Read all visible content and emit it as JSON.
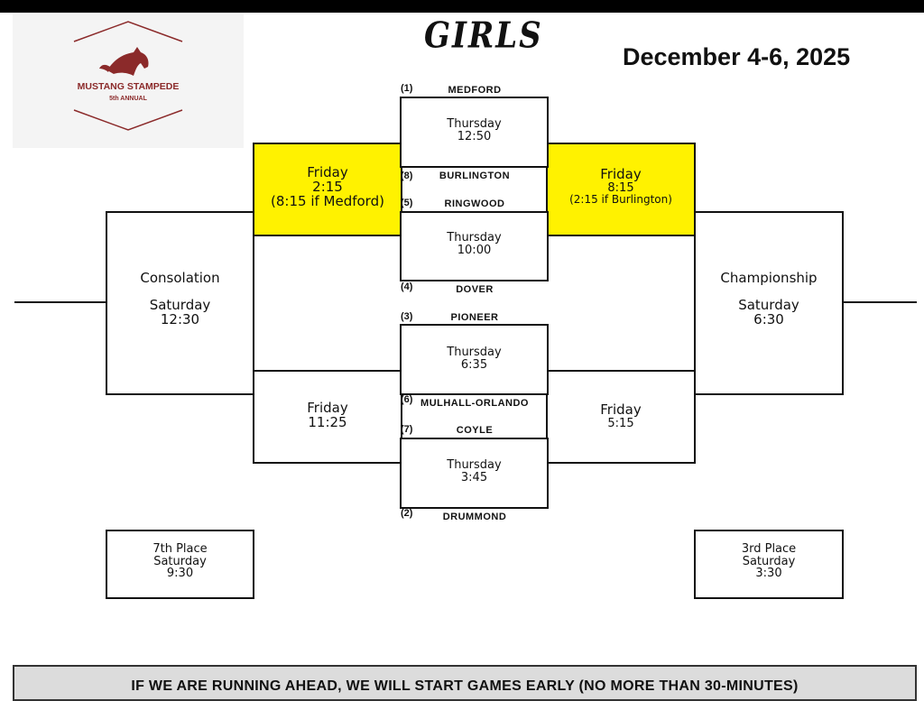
{
  "logo": {
    "title": "MUSTANG STAMPEDE",
    "subtitle": "5th ANNUAL",
    "accent_color": "#8b2a2a",
    "icon": "horse-head-icon"
  },
  "header": {
    "title": "GIRLS",
    "dates": "December 4-6, 2025"
  },
  "teams": [
    {
      "seed": "(1)",
      "name": "MEDFORD"
    },
    {
      "seed": "(8)",
      "name": "BURLINGTON"
    },
    {
      "seed": "(5)",
      "name": "RINGWOOD"
    },
    {
      "seed": "(4)",
      "name": "DOVER"
    },
    {
      "seed": "(3)",
      "name": "PIONEER"
    },
    {
      "seed": "(6)",
      "name": "MULHALL-ORLANDO"
    },
    {
      "seed": "(7)",
      "name": "COYLE"
    },
    {
      "seed": "(2)",
      "name": "DRUMMOND"
    }
  ],
  "games": {
    "g1": {
      "day": "Thursday",
      "time": "12:50"
    },
    "g2": {
      "day": "Thursday",
      "time": "10:00"
    },
    "g3": {
      "day": "Thursday",
      "time": "6:35"
    },
    "g4": {
      "day": "Thursday",
      "time": "3:45"
    },
    "cons_top": {
      "day": "Friday",
      "time": "2:15",
      "note": "(8:15 if Medford)"
    },
    "semi_top": {
      "day": "Friday",
      "time": "8:15",
      "note": "(2:15 if Burlington)"
    },
    "cons_bottom": {
      "day": "Friday",
      "time": "11:25"
    },
    "semi_bottom": {
      "day": "Friday",
      "time": "5:15"
    },
    "consolation": {
      "name": "Consolation",
      "day": "Saturday",
      "time": "12:30"
    },
    "championship": {
      "name": "Championship",
      "day": "Saturday",
      "time": "6:30"
    },
    "seventh": {
      "name": "7th Place",
      "day": "Saturday",
      "time": "9:30"
    },
    "third": {
      "name": "3rd Place",
      "day": "Saturday",
      "time": "3:30"
    }
  },
  "banner": "IF WE ARE RUNNING AHEAD, WE WILL START GAMES EARLY (NO MORE THAN 30-MINUTES)",
  "colors": {
    "highlight": "#fff200",
    "line": "#111111",
    "banner_bg": "#dcdcdc"
  }
}
